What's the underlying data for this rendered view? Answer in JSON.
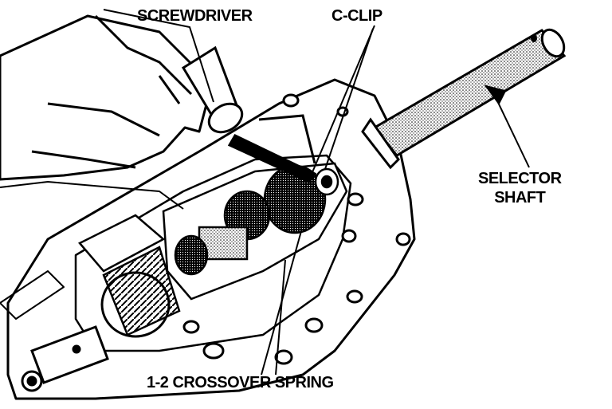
{
  "labels": {
    "screwdriver": "SCREWDRIVER",
    "c_clip": "C-CLIP",
    "selector_shaft_line1": "SELECTOR",
    "selector_shaft_line2": "SHAFT",
    "crossover_spring": "1-2 CROSSOVER SPRING"
  },
  "colors": {
    "ink": "#000000",
    "paper": "#ffffff"
  }
}
